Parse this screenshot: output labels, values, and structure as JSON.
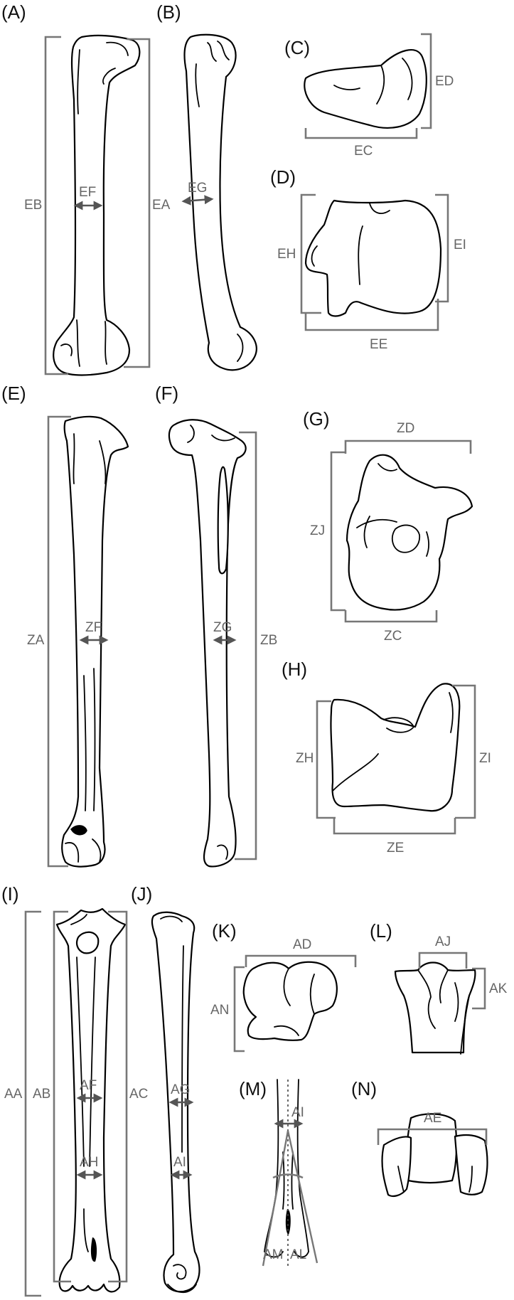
{
  "colors": {
    "bracket": "#777777",
    "arrow": "#555555",
    "outline": "#000000",
    "label": "#666666"
  },
  "panels": {
    "A": "(A)",
    "B": "(B)",
    "C": "(C)",
    "D": "(D)",
    "E": "(E)",
    "F": "(F)",
    "G": "(G)",
    "H": "(H)",
    "I": "(I)",
    "J": "(J)",
    "K": "(K)",
    "L": "(L)",
    "M": "(M)",
    "N": "(N)"
  },
  "measures": {
    "EA": "EA",
    "EB": "EB",
    "EC": "EC",
    "ED": "ED",
    "EE": "EE",
    "EF": "EF",
    "EG": "EG",
    "EH": "EH",
    "EI": "EI",
    "ZA": "ZA",
    "ZB": "ZB",
    "ZC": "ZC",
    "ZD": "ZD",
    "ZE": "ZE",
    "ZF": "ZF",
    "ZG": "ZG",
    "ZH": "ZH",
    "ZI": "ZI",
    "ZJ": "ZJ",
    "AA": "AA",
    "AB": "AB",
    "AC": "AC",
    "AD": "AD",
    "AE": "AE",
    "AF": "AF",
    "AG": "AG",
    "AH": "AH",
    "AI": "AI",
    "AJ": "AJ",
    "AK": "AK",
    "AM": "AM",
    "AN": "AN",
    "AL": "AL"
  }
}
